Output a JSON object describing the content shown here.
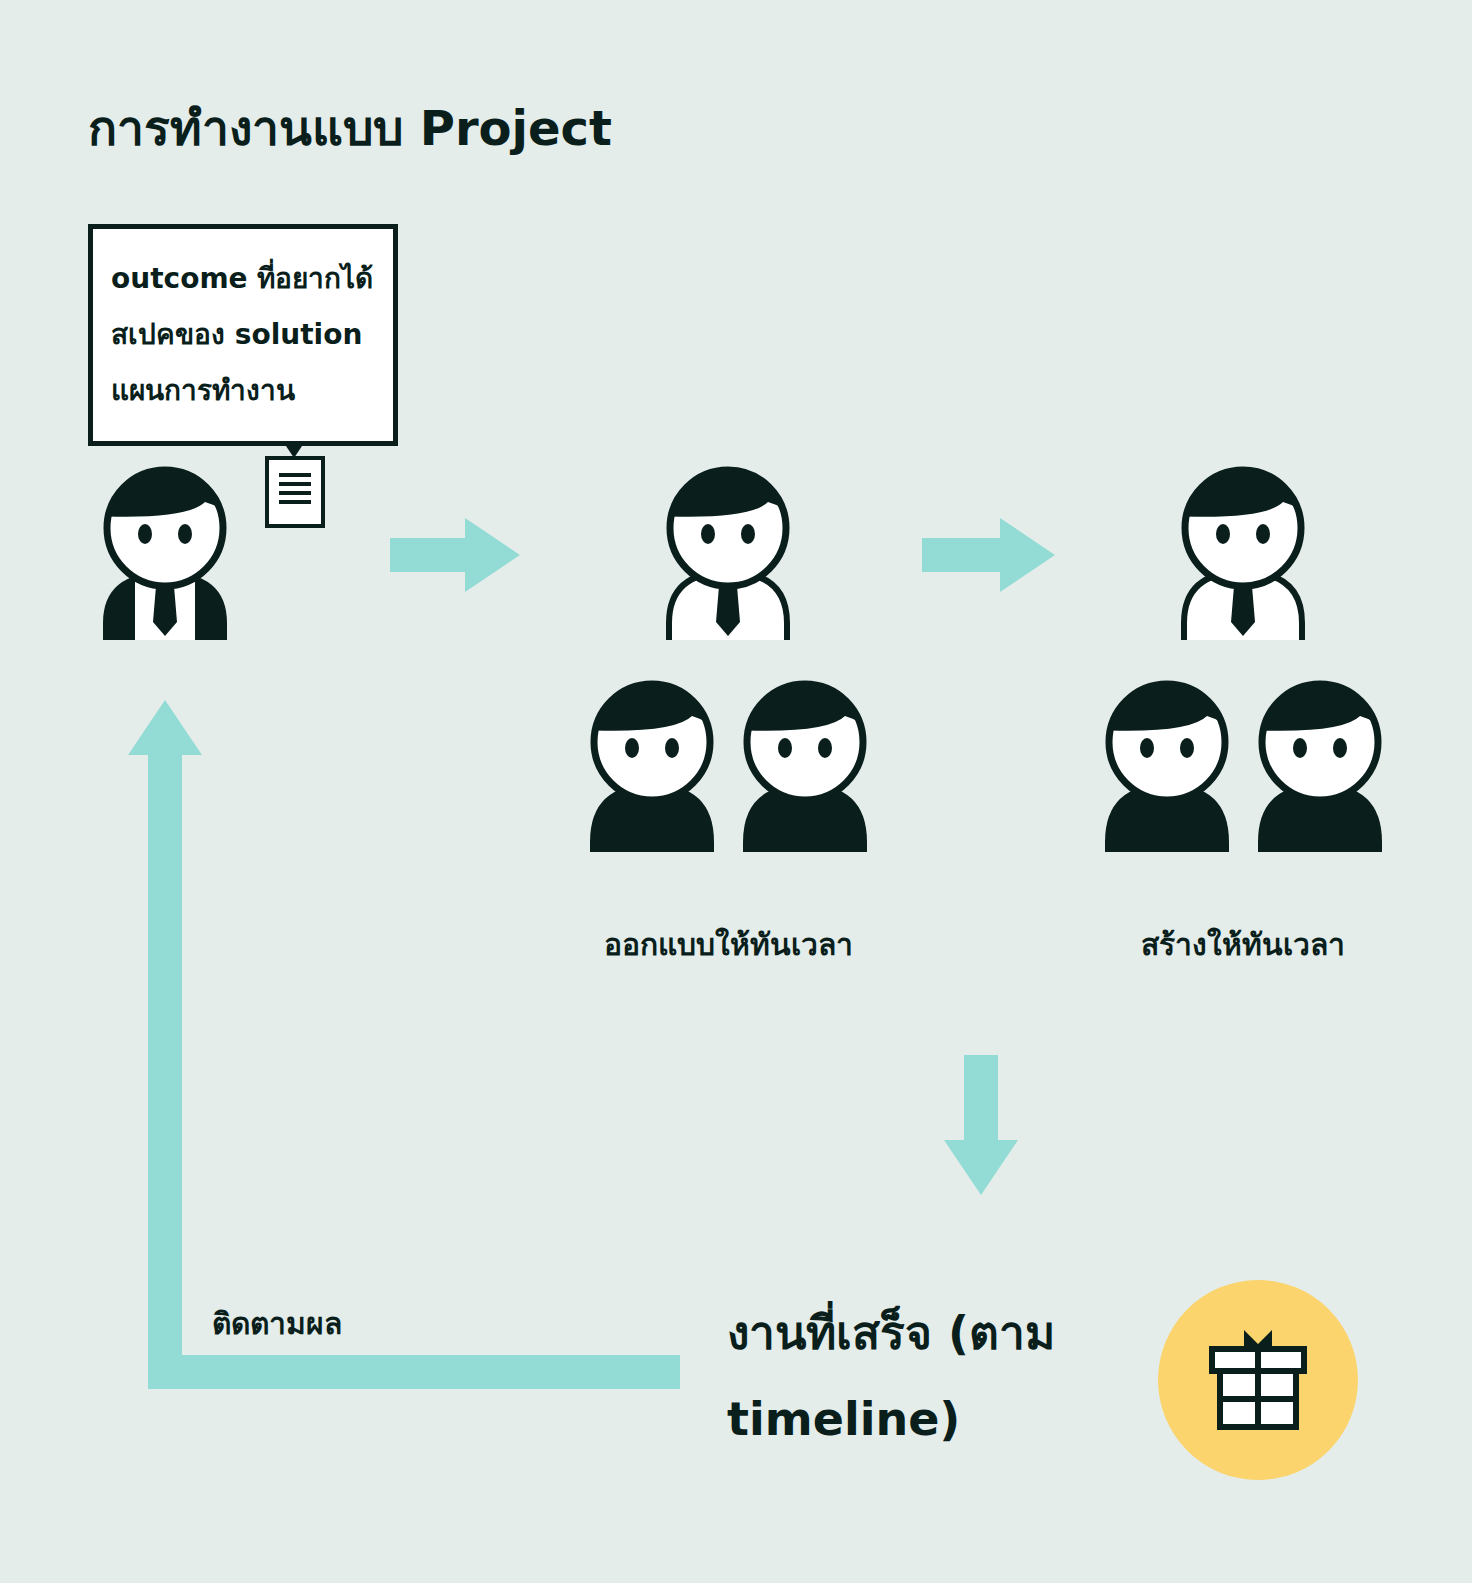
{
  "diagram": {
    "title": "การทำงานแบบ Project",
    "nodes": [
      {
        "text": [
          "outcome ที่อยากได้",
          "สเปคของ solution",
          "แผนการทำงาน"
        ]
      },
      {
        "text": [
          "ออกแบบให้ทันเวลา"
        ]
      },
      {
        "text": [
          "สร้างให้ทันเวลา"
        ]
      },
      {
        "text": [
          "งานที่เสร็จ (ตาม timeline)"
        ]
      }
    ],
    "edges": [
      {
        "from": 0,
        "to": 1,
        "arrow": "to"
      },
      {
        "from": 1,
        "to": 2,
        "arrow": "to"
      },
      {
        "from": 2,
        "to": 3,
        "arrow": "to"
      },
      {
        "from": 3,
        "to": 0,
        "label": "ติดตามผล",
        "arrow": "to"
      }
    ]
  }
}
